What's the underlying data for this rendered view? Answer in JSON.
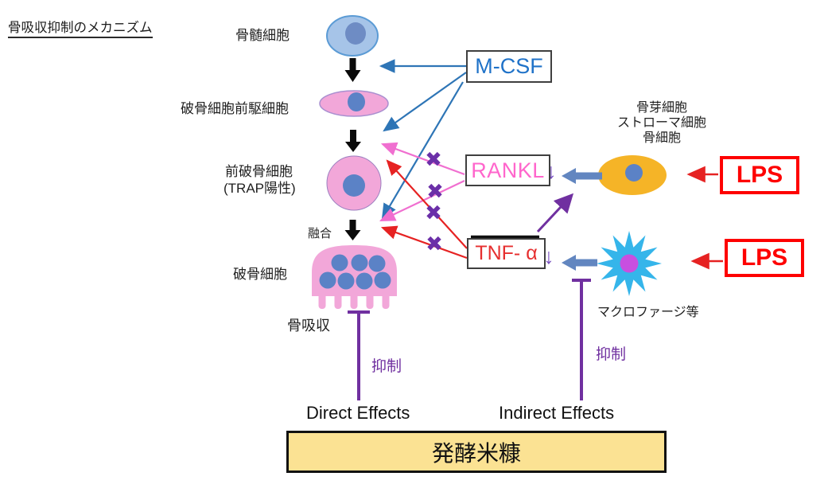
{
  "title": "骨吸収抑制のメカニズム",
  "pathway": {
    "cells": [
      {
        "label": "骨髄細胞"
      },
      {
        "label": "破骨細胞前駆細胞"
      },
      {
        "label": "前破骨細胞",
        "sublabel": "(TRAP陽性)"
      },
      {
        "label": "破骨細胞"
      }
    ],
    "fusion_label": "融合",
    "bone_resorption_label": "骨吸収"
  },
  "factors": {
    "mcsf": "M-CSF",
    "rankl": "RANKL",
    "tnf": "TNF- α"
  },
  "right_side": {
    "osteoblast_lines": [
      "骨芽細胞",
      "ストローマ細胞",
      "骨細胞"
    ],
    "macrophage_label": "マクロファージ等",
    "lps_label": "LPS"
  },
  "inhibition": {
    "left": "抑制",
    "right": "抑制"
  },
  "effects": {
    "direct": "Direct Effects",
    "indirect": "Indirect Effects"
  },
  "bottom_box_label": "発酵米糠",
  "icons": {
    "cross_mark": "✖",
    "down_arrow": "↓"
  },
  "colors": {
    "mcsf_text": "#1f72c8",
    "rankl_text": "#ff66cc",
    "tnf_text": "#e62f2f",
    "lps_red": "#fe0000",
    "inhibition_purple": "#7030a0",
    "block_cross_purple": "#6b2fa8",
    "steel_arrow": "#6286c0",
    "cell_pink": "#f2a7d9",
    "cell_blue": "#a6c4e8",
    "nucleus_blue": "#5b82c6",
    "osteoblast_orange": "#f5b427",
    "macrophage_cyan": "#35b5ea",
    "macrophage_core": "#c84fe0",
    "bottom_box_fill": "#fbe293"
  }
}
